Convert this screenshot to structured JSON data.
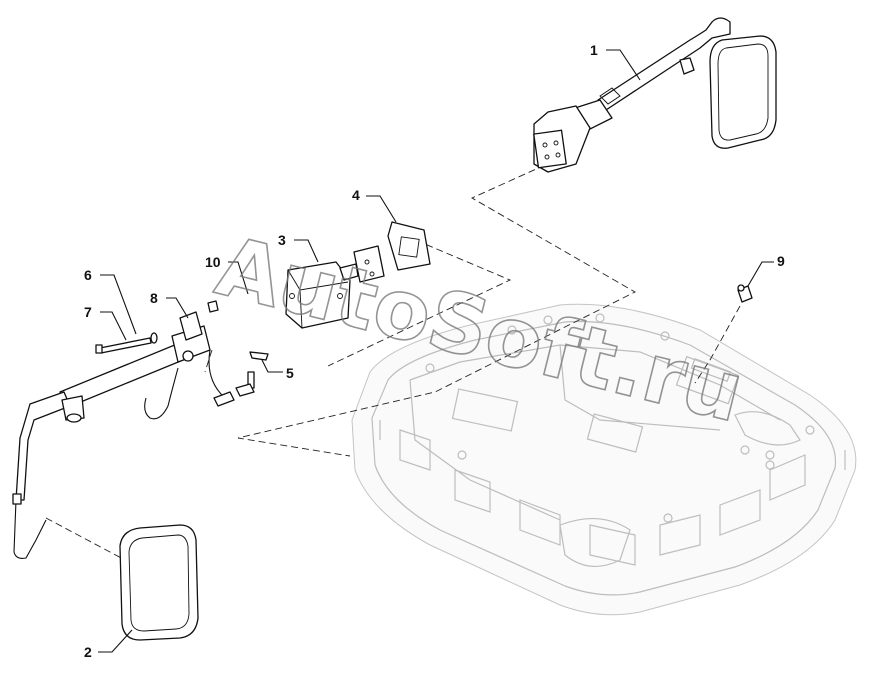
{
  "watermark": "AutoSoft.ru",
  "callouts": [
    {
      "id": "1",
      "label": "1"
    },
    {
      "id": "2",
      "label": "2"
    },
    {
      "id": "3",
      "label": "3"
    },
    {
      "id": "4",
      "label": "4"
    },
    {
      "id": "5",
      "label": "5"
    },
    {
      "id": "6",
      "label": "6"
    },
    {
      "id": "7",
      "label": "7"
    },
    {
      "id": "8",
      "label": "8"
    },
    {
      "id": "9",
      "label": "9"
    },
    {
      "id": "10",
      "label": "10"
    }
  ],
  "parts": {
    "mirror_assembly_right": "mirror-assembly-right",
    "mirror_head_left": "mirror-head-left",
    "cab_roof": "cab-roof"
  }
}
